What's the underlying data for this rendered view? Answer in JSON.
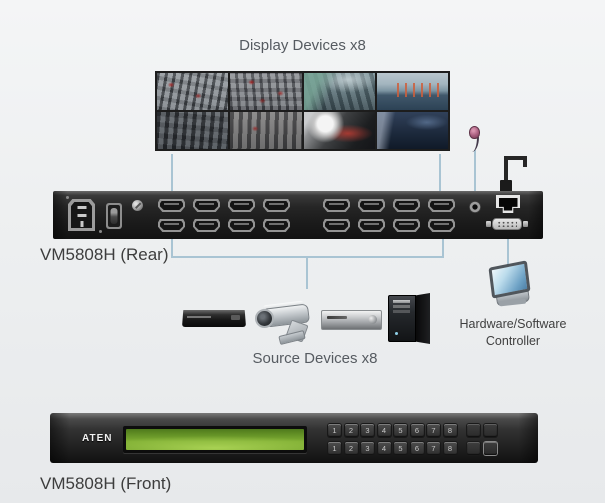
{
  "wall": {
    "caption": "Display Devices x8",
    "display_count": 8
  },
  "rear": {
    "label": "VM5808H (Rear)",
    "hdmi_outputs": 8,
    "hdmi_inputs": 8,
    "ports": [
      "ac-power-inlet",
      "power-switch",
      "grounding-screw",
      "hdmi-out-x8",
      "hdmi-in-x8",
      "ir-receiver-port",
      "rj45-lan-port",
      "rs232-serial-port"
    ]
  },
  "sources": {
    "caption": "Source Devices x8",
    "source_count": 8,
    "items": [
      "dvd-player",
      "cctv-camera",
      "media-player",
      "pc-tower"
    ]
  },
  "controller": {
    "label_line1": "Hardware/Software",
    "label_line2": "Controller"
  },
  "front": {
    "label": "VM5808H (Front)",
    "brand": "ATEN",
    "row1_buttons": [
      "1",
      "2",
      "3",
      "4",
      "5",
      "6",
      "7",
      "8"
    ],
    "row2_buttons": [
      "1",
      "2",
      "3",
      "4",
      "5",
      "6",
      "7",
      "8"
    ]
  },
  "colors": {
    "connector_line": "#a9c4d3",
    "chassis_dark": "#1d1d1d",
    "lcd_green": "#7fae33",
    "ir_receiver_pink": "#b55f84",
    "controller_screen_blue": "#7fb3d6",
    "caption_gray": "#565b61",
    "label_gray": "#3d3d3d"
  }
}
